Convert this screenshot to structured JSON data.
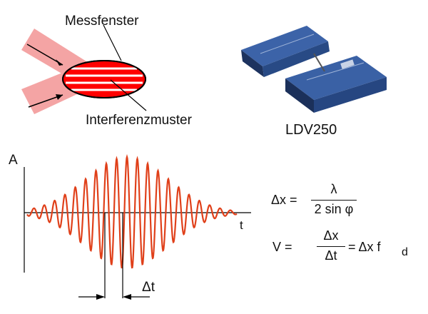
{
  "labels": {
    "window": "Messfenster",
    "pattern": "Interferenzmuster",
    "device": "LDV250"
  },
  "signal_plot": {
    "y_axis": "A",
    "x_axis": "t",
    "period_label": "Δt"
  },
  "equations": {
    "eq1_lhs": "Δx =",
    "eq1_num": "λ",
    "eq1_den": "2 sin φ",
    "eq2_lhs": "V   =",
    "eq2_num": "Δx",
    "eq2_den": "Δt",
    "eq2_rhs_main": "= Δx  f",
    "eq2_rhs_sub": "d"
  },
  "colors": {
    "beam": "#f4a4a4",
    "fringe": "#ff0000",
    "signal": "#e0401a",
    "device": "#2f4f8f"
  }
}
